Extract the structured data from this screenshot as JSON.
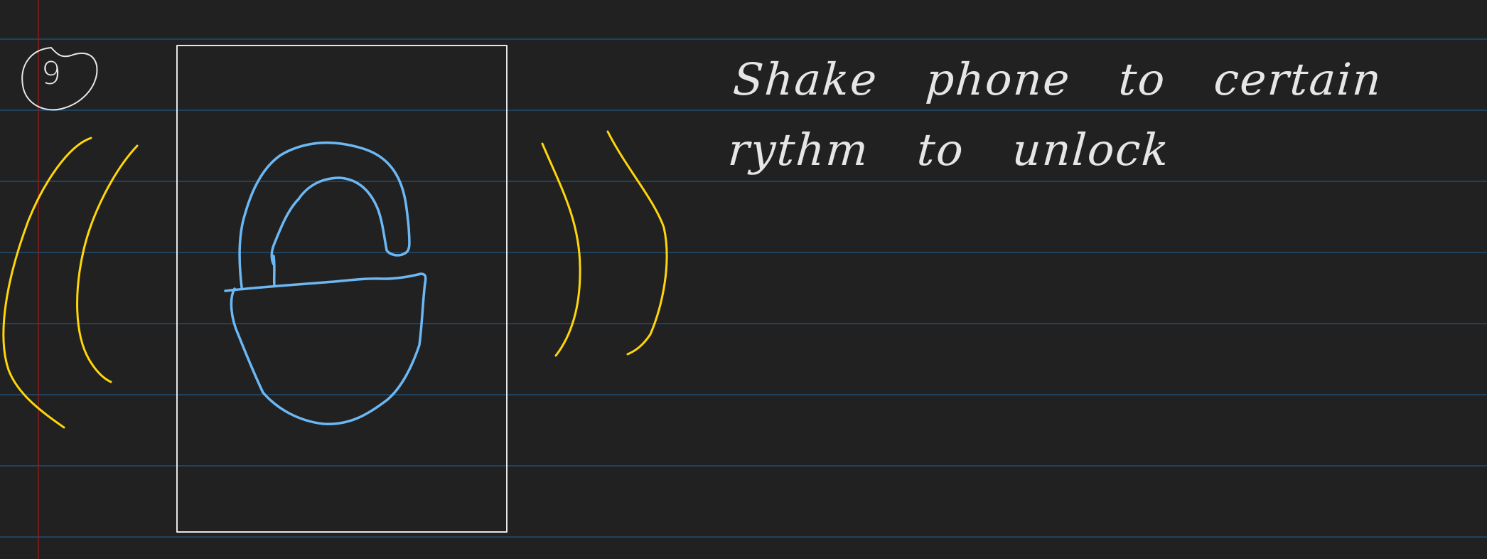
{
  "app": "handwritten notebook canvas",
  "colors": {
    "background": "#212121",
    "rule_lines": "#1f4f73",
    "margin_line": "#8a1c1c",
    "ink_white": "#e6e6e6",
    "ink_yellow": "#ffd60a",
    "ink_blue": "#6cb8f5"
  },
  "note": {
    "number_label": "9",
    "text": "Shake phone to certain rythm to unlock"
  },
  "sketch": {
    "icon": "padlock-open-icon",
    "motion_marks": "shake-lines"
  }
}
